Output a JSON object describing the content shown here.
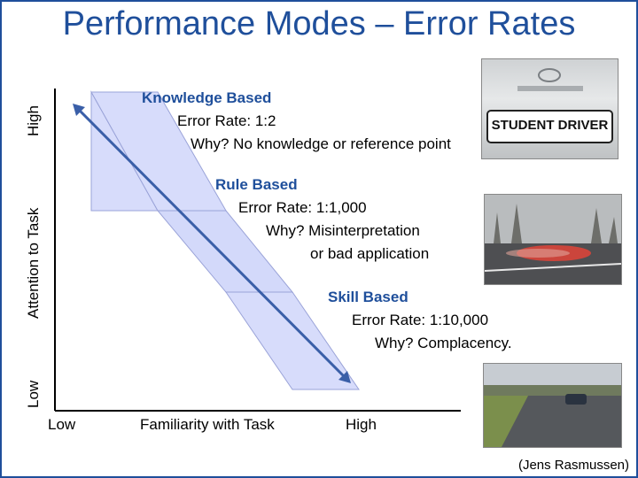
{
  "title": "Performance Modes – Error Rates",
  "y_axis": {
    "label": "Attention to Task",
    "high": "High",
    "low": "Low"
  },
  "x_axis": {
    "low": "Low",
    "label": "Familiarity with Task",
    "high": "High"
  },
  "modes": [
    {
      "name": "Knowledge Based",
      "rate": "Error Rate:  1:2",
      "why": [
        "Why?  No knowledge or reference point"
      ],
      "photo_text": "STUDENT DRIVER"
    },
    {
      "name": "Rule Based",
      "rate": "Error Rate:  1:1,000",
      "why": [
        "Why?  Misinterpretation",
        "or bad application"
      ]
    },
    {
      "name": "Skill Based",
      "rate": "Error Rate:  1:10,000",
      "why": [
        "Why?  Complacency."
      ]
    }
  ],
  "credit": "(Jens Rasmussen)",
  "colors": {
    "title": "#1f4f9b",
    "band": "#d7dcfb",
    "arrow": "#3a5fa8"
  }
}
